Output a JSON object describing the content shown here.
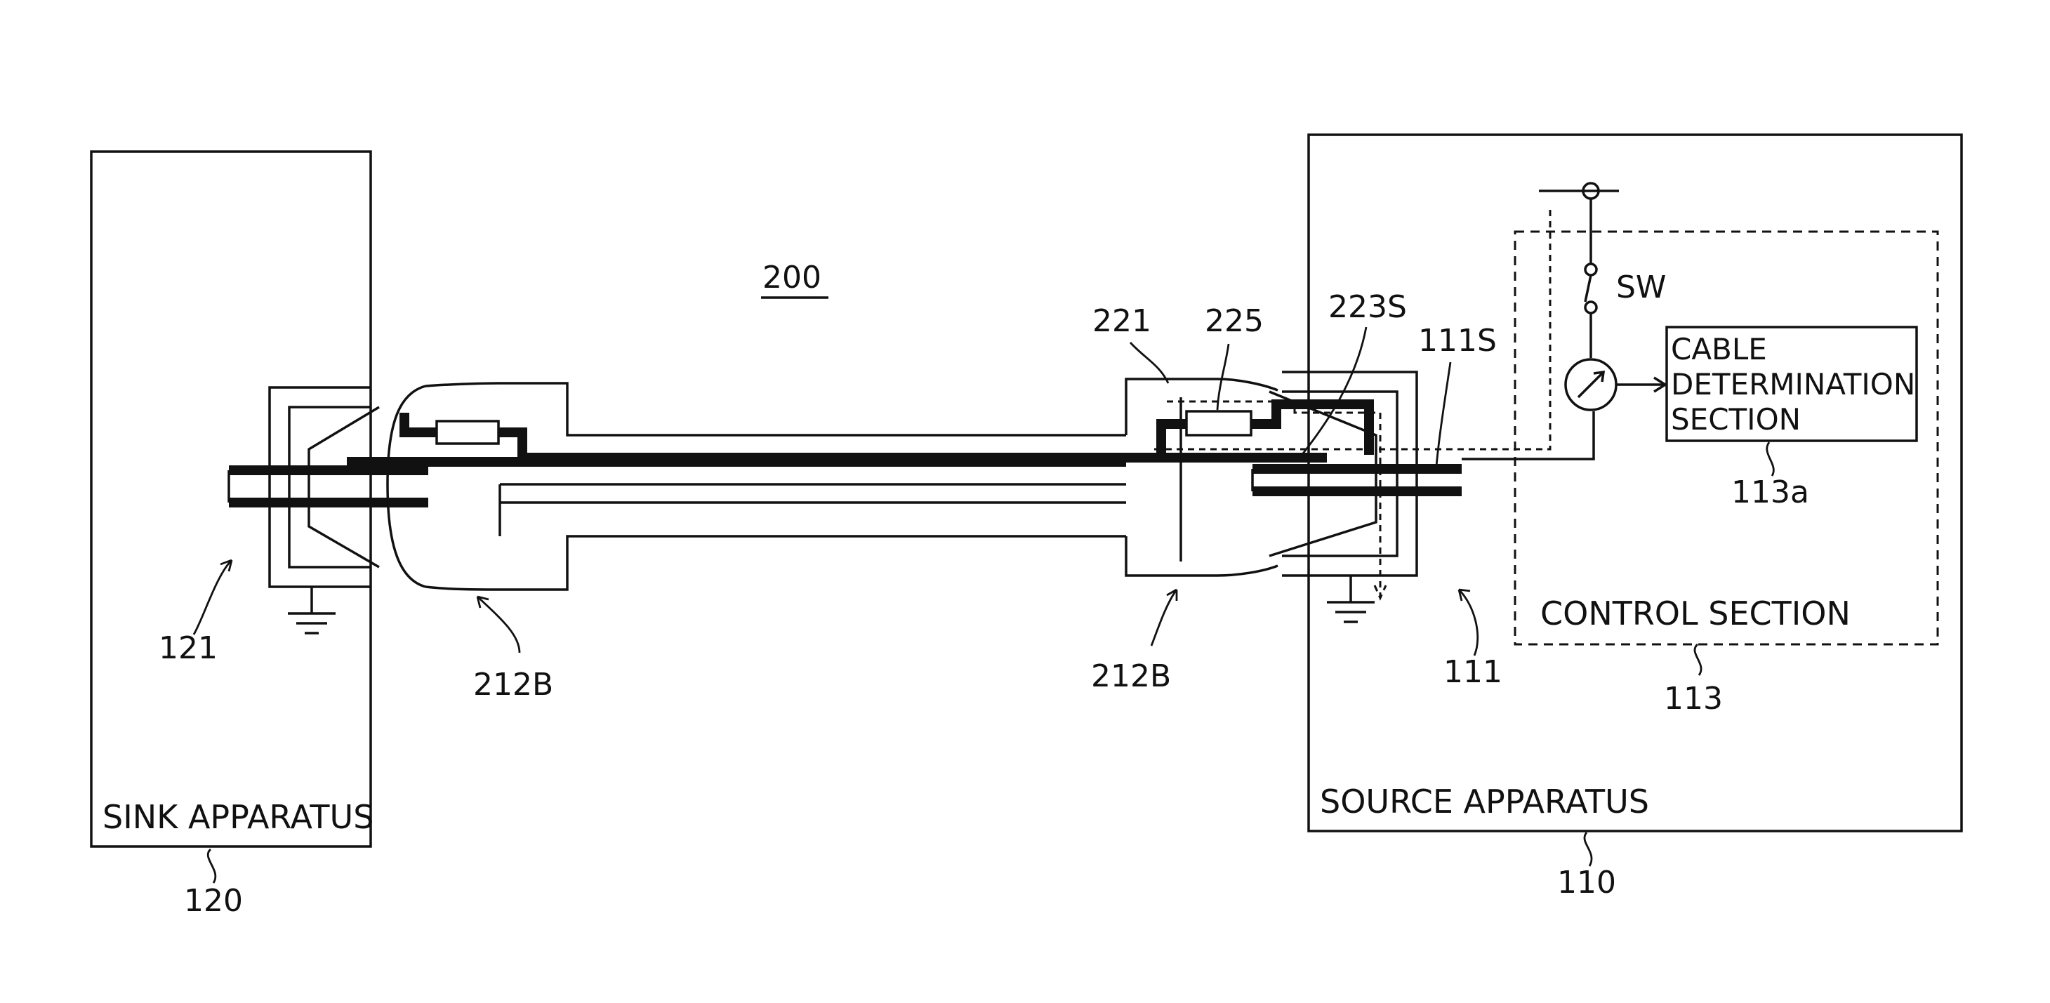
{
  "figure": {
    "cable_ref": "200",
    "sink": {
      "title": "SINK APPARATUS",
      "ref": "120",
      "receptacle_ref": "121"
    },
    "source": {
      "title": "SOURCE APPARATUS",
      "ref": "110",
      "receptacle_ref": "111",
      "terminal_ref": "111S"
    },
    "plug_left": {
      "ref": "212B"
    },
    "plug_right": {
      "ref": "212B",
      "shell_ref": "221",
      "resistor_ref": "225",
      "line_ref": "223S"
    },
    "control_section": {
      "title": "CONTROL SECTION",
      "ref": "113"
    },
    "cable_determination": {
      "title_lines": [
        "CABLE",
        "DETERMINATION",
        "SECTION"
      ],
      "ref": "113a"
    },
    "switch": {
      "label": "SW"
    }
  }
}
